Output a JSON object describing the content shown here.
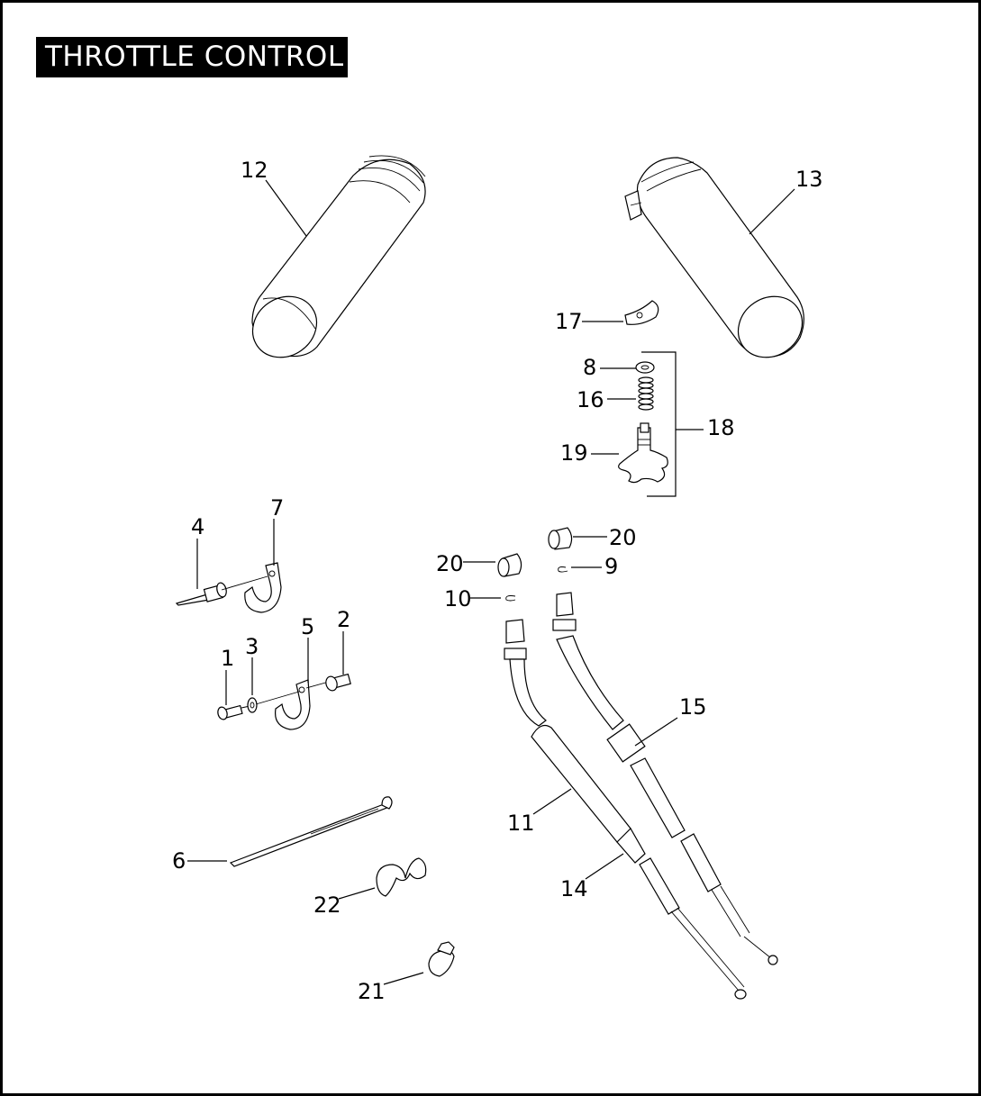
{
  "title": "THROTTLE CONTROL",
  "callouts": [
    "12",
    "13",
    "17",
    "8",
    "16",
    "18",
    "19",
    "20",
    "20",
    "9",
    "10",
    "4",
    "7",
    "5",
    "2",
    "1",
    "3",
    "15",
    "11",
    "6",
    "14",
    "22",
    "21"
  ]
}
